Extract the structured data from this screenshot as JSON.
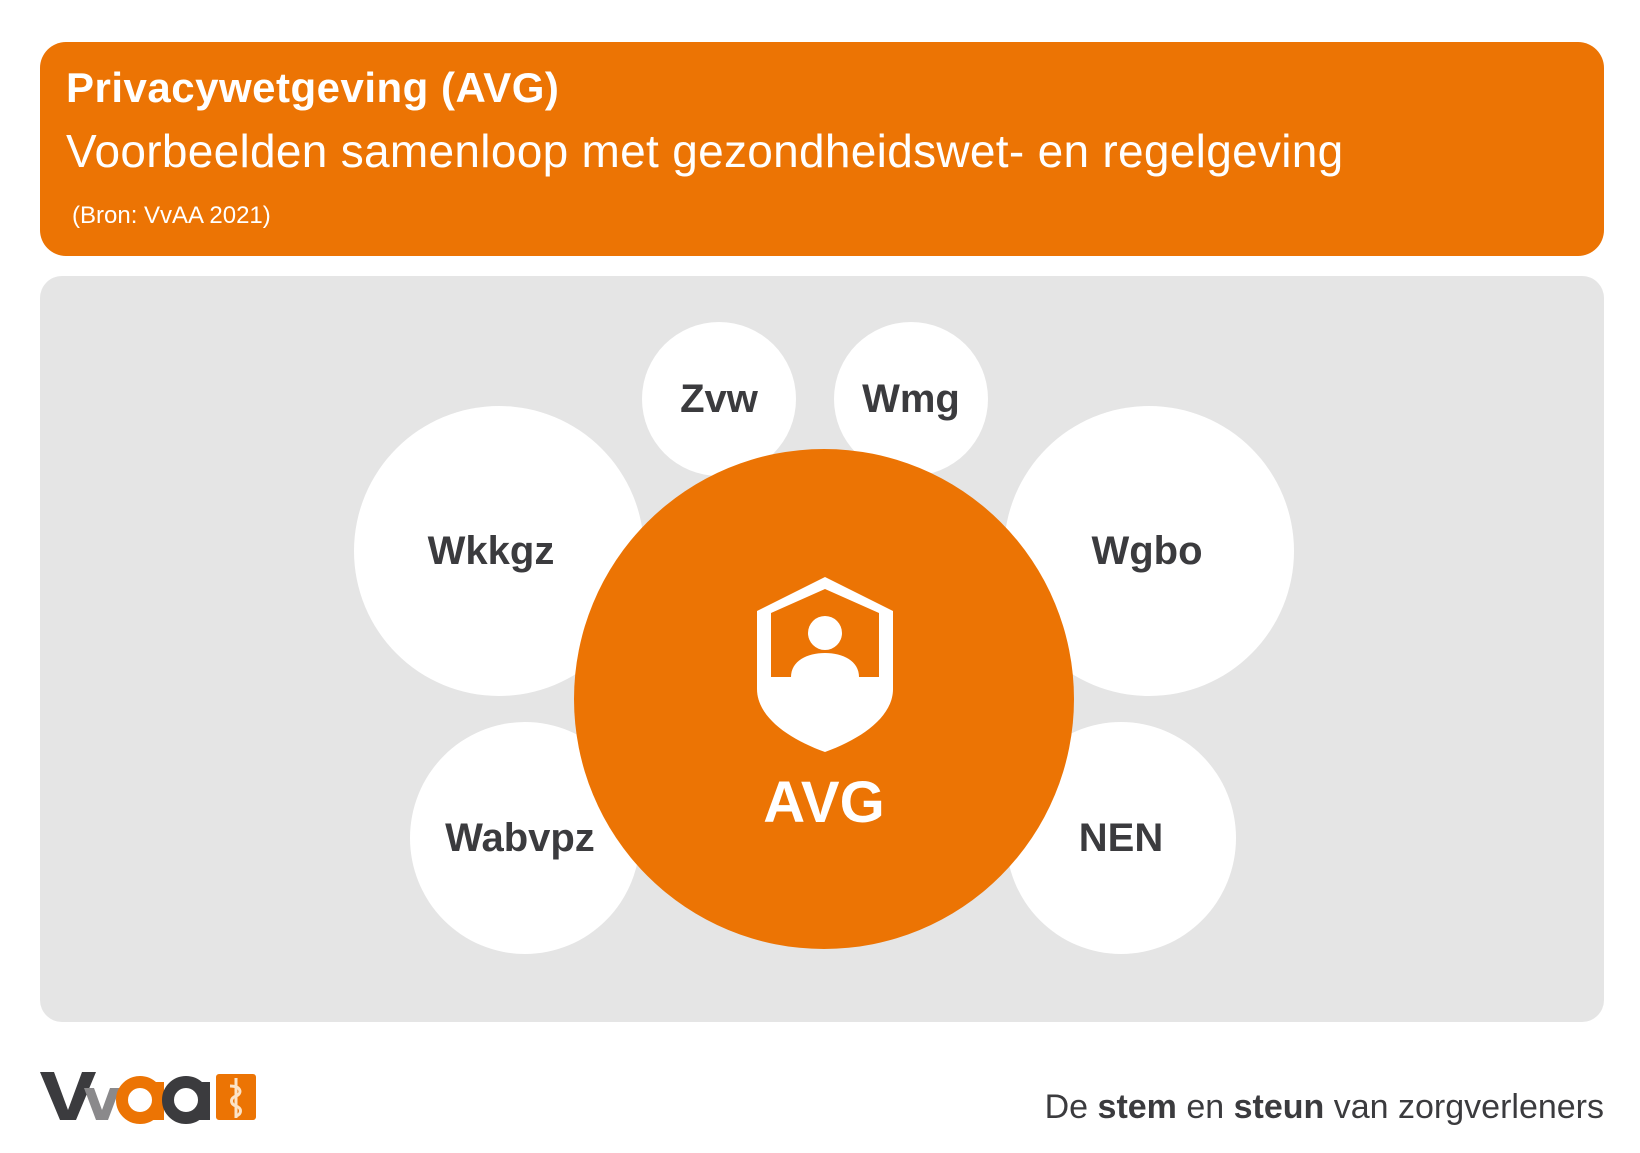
{
  "header": {
    "title": "Privacywetgeving (AVG)",
    "subtitle": "Voorbeelden samenloop met gezondheidswet- en regelgeving",
    "source": "(Bron: VvAA 2021)"
  },
  "diagram": {
    "center": {
      "label": "AVG",
      "icon": "shield-person-icon"
    },
    "laws": [
      {
        "label": "Zvw"
      },
      {
        "label": "Wmg"
      },
      {
        "label": "Wkkgz"
      },
      {
        "label": "Wgbo"
      },
      {
        "label": "Wabvpz"
      },
      {
        "label": "NEN"
      }
    ]
  },
  "footer": {
    "logo_text": "VvAA",
    "tagline_1": "De ",
    "tagline_2": "stem",
    "tagline_3": " en ",
    "tagline_4": "steun",
    "tagline_5": " van zorgverleners"
  },
  "colors": {
    "orange": "#ec7404",
    "panel": "#e5e5e5",
    "text_dark": "#3b3b3e"
  }
}
